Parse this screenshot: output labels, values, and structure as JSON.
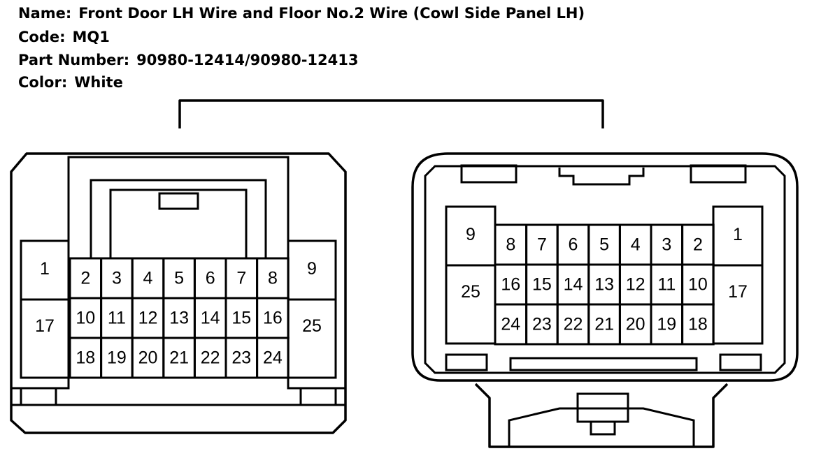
{
  "header": {
    "name_label": "Name:",
    "name_value": "Front Door LH Wire and Floor No.2 Wire (Cowl Side Panel LH)",
    "code_label": "Code:",
    "code_value": "MQ1",
    "part_label": "Part Number:",
    "part_value": "90980-12414/90980-12413",
    "color_label": "Color:",
    "color_value": "White"
  },
  "connectors": {
    "left": {
      "side_top": [
        "1",
        "9"
      ],
      "side_bottom": [
        "17",
        "25"
      ],
      "rows": [
        [
          "2",
          "3",
          "4",
          "5",
          "6",
          "7",
          "8"
        ],
        [
          "10",
          "11",
          "12",
          "13",
          "14",
          "15",
          "16"
        ],
        [
          "18",
          "19",
          "20",
          "21",
          "22",
          "23",
          "24"
        ]
      ]
    },
    "right": {
      "side_top": [
        "9",
        "1"
      ],
      "side_bottom": [
        "25",
        "17"
      ],
      "rows": [
        [
          "8",
          "7",
          "6",
          "5",
          "4",
          "3",
          "2"
        ],
        [
          "16",
          "15",
          "14",
          "13",
          "12",
          "11",
          "10"
        ],
        [
          "24",
          "23",
          "22",
          "21",
          "20",
          "19",
          "18"
        ]
      ]
    }
  }
}
